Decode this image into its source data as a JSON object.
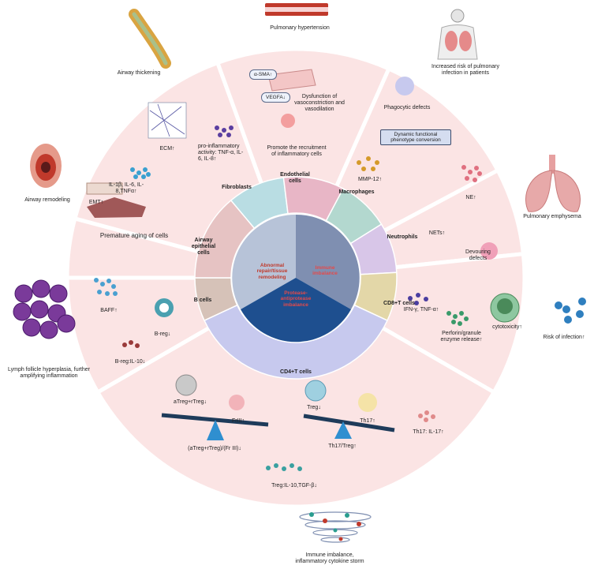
{
  "colors": {
    "segment_bg": "#fbe4e4",
    "segment_border": "#ffffff",
    "core_left": "#b7c3d8",
    "core_right": "#7f8fb1",
    "core_bottom": "#1e4f8f",
    "core_text": "#c0392b",
    "ring_fibro": "#b9dde3",
    "ring_endo": "#e8b6c6",
    "ring_macro": "#b3d8cf",
    "ring_neutro": "#d8c6e8",
    "ring_cd8": "#e3d7a8",
    "ring_cd4": "#c7c9ee",
    "ring_bcell": "#d6c2b8",
    "ring_airway": "#e6c3c3"
  },
  "core": {
    "left": "Abnormal repair/tissue remodeling",
    "right": "Immune imbalance",
    "bottom": "Protease-antiprotease imbalance"
  },
  "cells": {
    "fibroblasts": "Fibroblasts",
    "endothelial": "Endothelial cells",
    "macrophages": "Macrophages",
    "neutrophils": "Neutrophils",
    "cd8": "CD8+T cells",
    "cd4": "CD4+T cells",
    "bcells": "B cells",
    "airway_epithelial": "Airway epithelial cells"
  },
  "outcomes": {
    "pulmonary_hypertension": "Pulmonary hypertension",
    "pulmonary_infection": "Increased risk of pulmonary infection in patients",
    "pulmonary_emphysema": "Pulmonary emphysema",
    "risk_infection": "Risk of infection↑",
    "cytokine_storm": "Immune imbalance, inflammatory cytokine storm",
    "lymph_follicle": "Lymph follicle hyperplasia, further amplifying inflammation",
    "airway_remodeling": "Airway remodeling",
    "airway_thickening": "Airway thickening"
  },
  "labels": {
    "ecm": "ECM↑",
    "pro_inflammatory": "pro-inflammatory activity: TNF-α, IL-6, IL-8↑",
    "asma": "α-SMA↑",
    "vegfa": "VEGFA↓",
    "dysfunction": "Dysfunction of vasoconstriction and vasodilation",
    "recruitment": "Promote the recruitment of inflammatory cells",
    "phagocytic": "Phagocytic defects",
    "dynamic": "Dynamic functional phenotype conversion",
    "mmp12": "MMP-12↑",
    "ne": "NE↑",
    "nets": "NETs↑",
    "devouring": "Devouring defects",
    "ifn": "IFN-γ, TNF-α↑",
    "cytotoxicity": "cytotoxicity↑",
    "perforin": "Perforin/granule enzyme release↑",
    "treg_down": "Treg↓",
    "th17": "Th17↑",
    "th17_treg": "Th17/Treg↑",
    "th17_il17": "Th17: IL-17↑",
    "treg_il10": "Treg:IL-10,TGF-β↓",
    "atreg": "aTreg+rTreg↓",
    "friii": "FrIII↑",
    "ratio": "(aTreg+rTreg)/(Fr III)↓",
    "baff": "BAFF↑",
    "breg": "B-reg↓",
    "breg_il10": "B-reg:IL-10↓",
    "il1b": "IL-1β, IL-6, IL-8,TNFα↑",
    "emt": "EMT↑",
    "premature": "Premature aging of cells"
  }
}
